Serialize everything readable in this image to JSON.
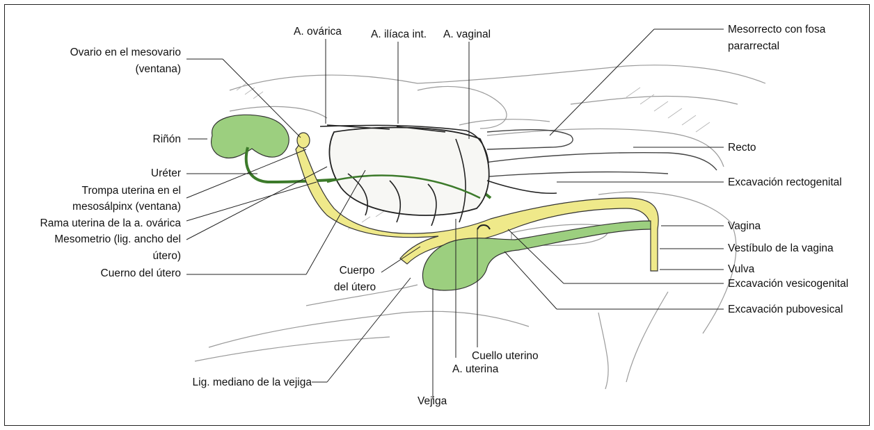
{
  "labels": {
    "a_ovarica": "A. ovárica",
    "a_iliaca_int": "A. ilíaca int.",
    "a_vaginal": "A. vaginal",
    "ovario_1": "Ovario en el mesovario",
    "ovario_2": "(ventana)",
    "rinon": "Riñón",
    "ureter": "Uréter",
    "trompa_1": "Trompa uterina en el",
    "trompa_2": "mesosálpinx (ventana)",
    "rama_uterina": "Rama uterina de la a. ovárica",
    "mesometrio_1": "Mesometrio (lig. ancho del",
    "mesometrio_2": "útero)",
    "cuerno": "Cuerno del útero",
    "cuerpo_1": "Cuerpo",
    "cuerpo_2": "del útero",
    "lig_mediano": "Lig. mediano de la vejiga",
    "vejiga": "Vejiga",
    "a_uterina": "A. uterina",
    "cuello": "Cuello uterino",
    "mesorrecto_1": "Mesorrecto con fosa",
    "mesorrecto_2": "pararrectal",
    "recto": "Recto",
    "exc_rectogenital": "Excavación rectogenital",
    "vagina": "Vagina",
    "vestibulo": "Vestíbulo de la vagina",
    "vulva": "Vulva",
    "exc_vesicogenital": "Excavación vesicogenital",
    "exc_pubovesical": "Excavación pubovesical"
  },
  "colors": {
    "organ_green": "#9ccf7f",
    "organ_yellow": "#efe98a",
    "ureter_green": "#3c7a2a",
    "outline": "#222222",
    "sketch": "#9a9a9a"
  }
}
